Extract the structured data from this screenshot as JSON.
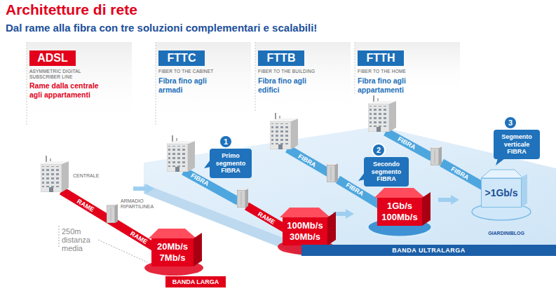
{
  "diagram": {
    "title": "Architetture di rete",
    "nodes": [
      {
        "text": [
          "ADSL"
        ]
      },
      {
        "text": [
          "FTTC"
        ]
      },
      {
        "text": [
          "FTTB"
        ]
      },
      {
        "text": [
          "FTTH"
        ]
      },
      {
        "text": [
          "1"
        ]
      },
      {
        "text": [
          "Primo segmento FIBRA"
        ]
      },
      {
        "text": [
          "2"
        ]
      },
      {
        "text": [
          "Secondo segmento FIBRA"
        ]
      },
      {
        "text": [
          "3"
        ]
      },
      {
        "text": [
          "Segmento verticale FIBRA"
        ]
      },
      {
        "text": [
          "20Mb/s",
          "7Mb/s"
        ]
      },
      {
        "text": [
          "100Mb/s",
          "30Mb/s"
        ]
      },
      {
        "text": [
          "1Gb/s",
          "100Mb/s"
        ]
      },
      {
        "text": [
          ">1Gb/s"
        ]
      },
      {
        "text": [
          "BANDA LARGA"
        ]
      },
      {
        "text": [
          "BANDA ULTRALARGA"
        ]
      }
    ],
    "labels": [
      "Dal rame alla fibra con tre soluzioni complementari e scalabili!",
      "ASYMMETRIC DIGITAL SUBSCRIBER LINE",
      "Rame dalla centrale agli appartamenti",
      "FIBER TO THE CABINET",
      "Fibra fino agli armadi",
      "FIBER TO THE BUILDING",
      "Fibra fino agli edifici",
      "FIBER TO THE HOME",
      "Fibra fino agli appartamenti",
      "CENTRALE",
      "ARMADIO RIPARTILINEA",
      "RAME",
      "RAME",
      "250m distanza media",
      "FIBRA",
      "RAME",
      "FIBRA",
      "FIBRA",
      "FIBRA",
      "FIBRA",
      "GIARDINIBLOG"
    ]
  }
}
